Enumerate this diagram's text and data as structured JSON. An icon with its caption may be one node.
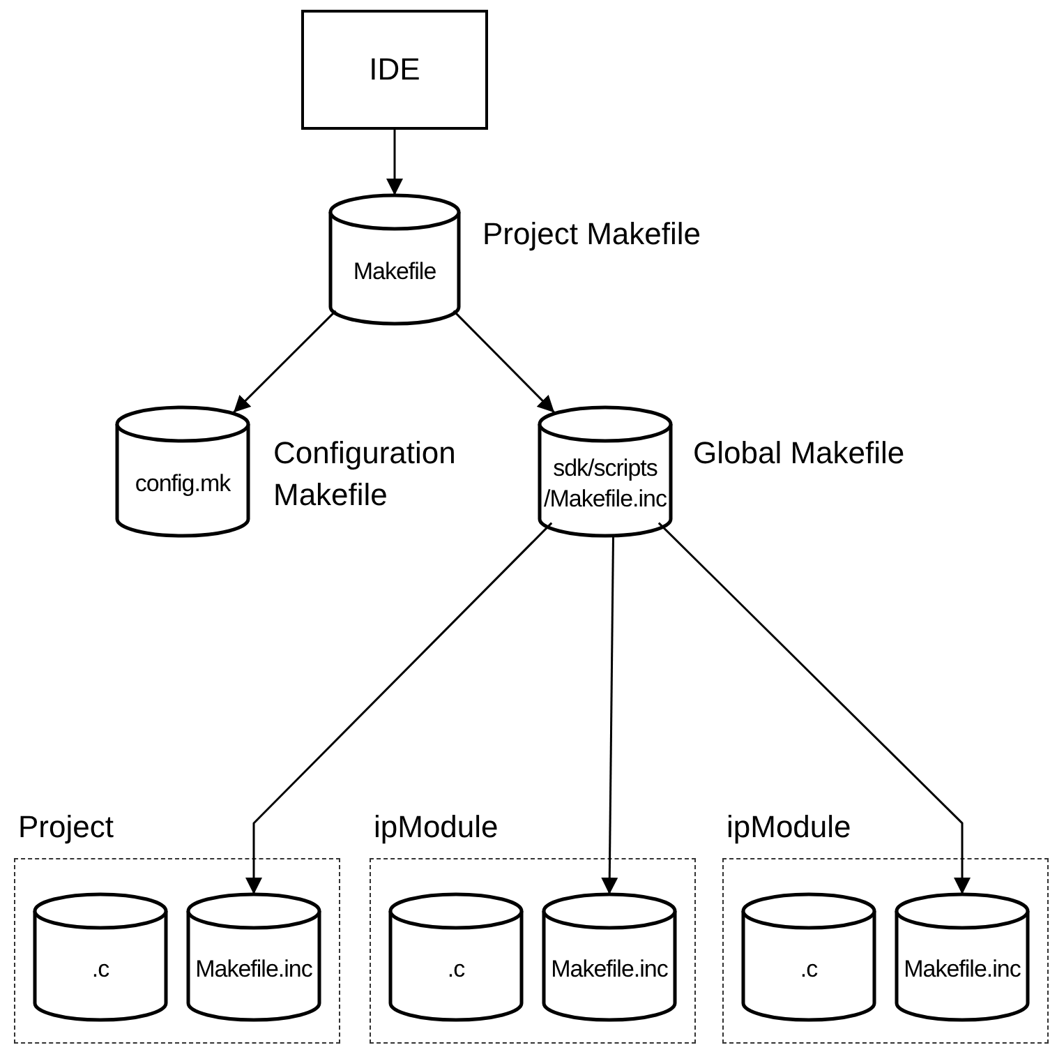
{
  "diagram": {
    "nodes": [
      {
        "text": [
          "IDE"
        ]
      },
      {
        "text": [
          "Makefile"
        ],
        "beside": [
          "Project Makefile"
        ]
      },
      {
        "text": [
          "config.mk"
        ],
        "beside": [
          "Configuration Makefile"
        ]
      },
      {
        "text": [
          "sdk/scripts /Makefile.inc"
        ],
        "beside": [
          "Global Makefile"
        ]
      },
      {
        "text": [
          "Project"
        ]
      },
      {
        "text": [
          ".c"
        ],
        "in": 4
      },
      {
        "text": [
          "Makefile.inc"
        ],
        "in": 4
      },
      {
        "text": [
          "ipModule"
        ]
      },
      {
        "text": [
          ".c"
        ],
        "in": 7
      },
      {
        "text": [
          "Makefile.inc"
        ],
        "in": 7
      },
      {
        "text": [
          "ipModule"
        ]
      },
      {
        "text": [
          ".c"
        ],
        "in": 10
      },
      {
        "text": [
          "Makefile.inc"
        ],
        "in": 10
      }
    ],
    "edges": [
      {
        "from": 0,
        "to": 1,
        "arrow": "to"
      },
      {
        "from": 1,
        "to": 2,
        "arrow": "to"
      },
      {
        "from": 1,
        "to": 3,
        "arrow": "to"
      },
      {
        "from": 3,
        "to": 6,
        "arrow": "to"
      },
      {
        "from": 3,
        "to": 9,
        "arrow": "to"
      },
      {
        "from": 3,
        "to": 12,
        "arrow": "to"
      }
    ]
  }
}
